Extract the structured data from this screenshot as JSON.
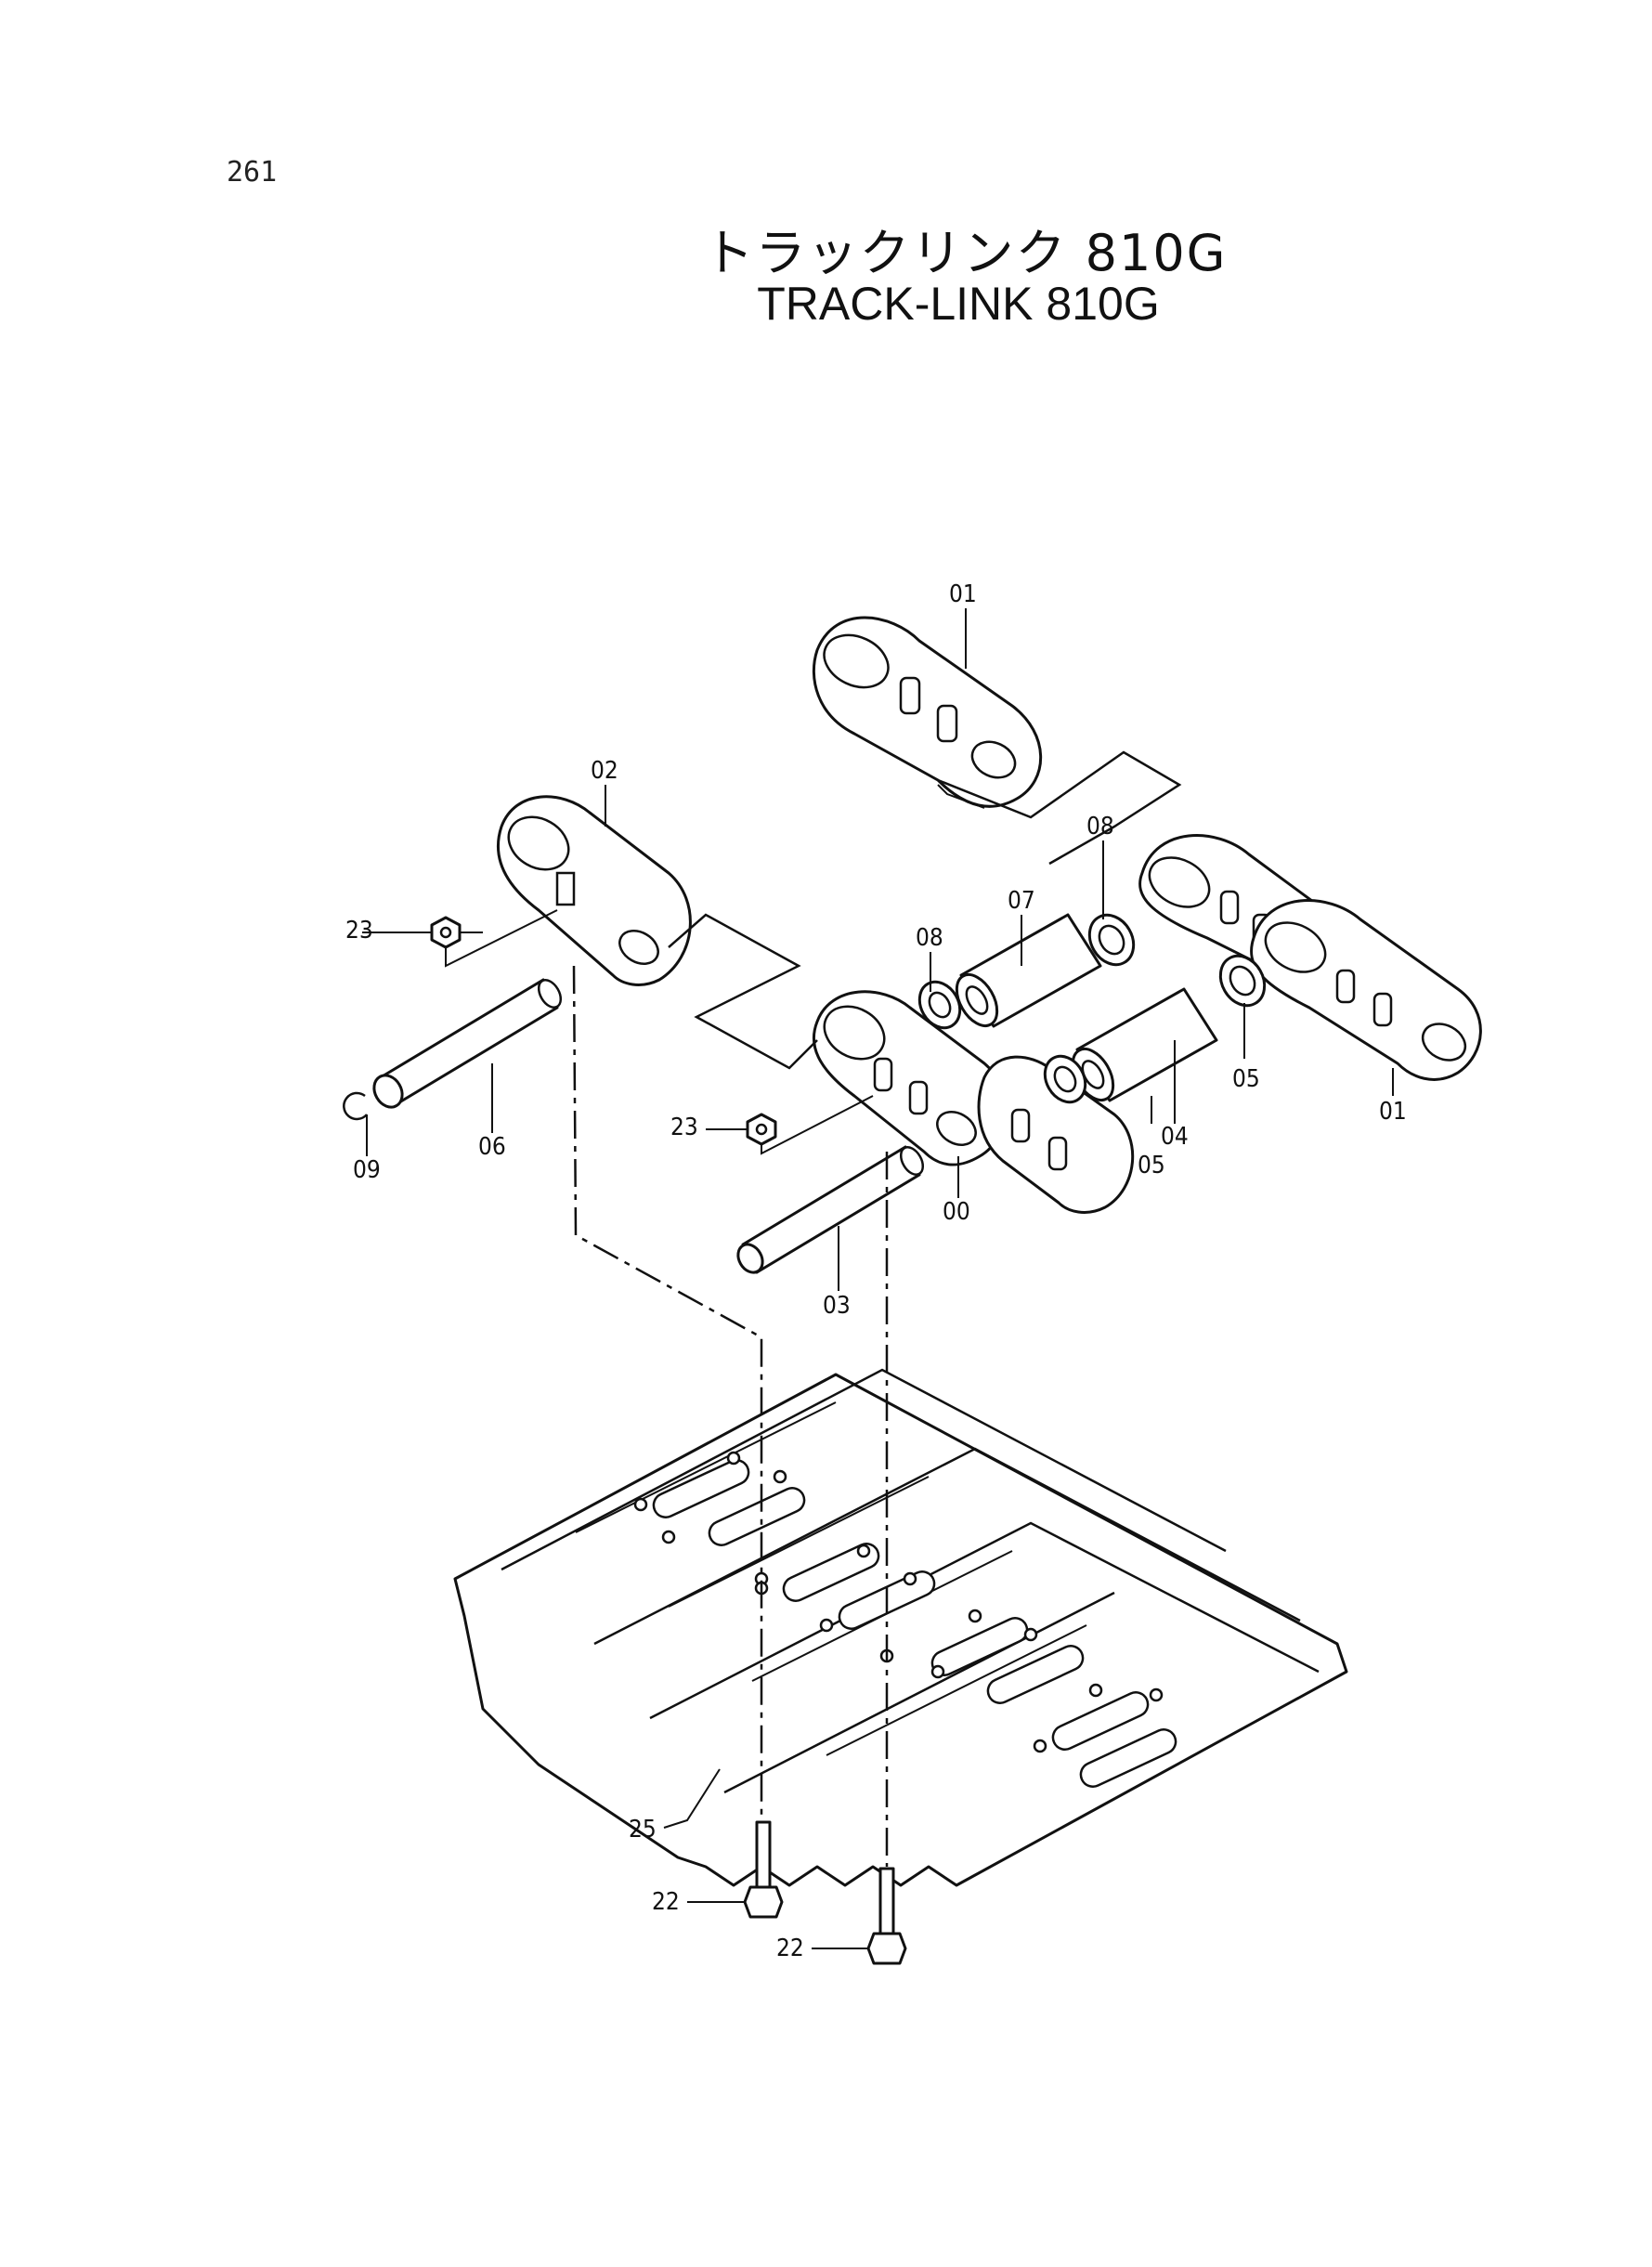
{
  "page": {
    "number": "261"
  },
  "title": {
    "japanese": "トラックリンク 810G",
    "english": "TRACK-LINK 810G"
  },
  "callouts": {
    "c00": "00",
    "c01_top": "01",
    "c01_right": "01",
    "c02": "02",
    "c03": "03",
    "c04": "04",
    "c05_right": "05",
    "c05_mid": "05",
    "c06": "06",
    "c07": "07",
    "c08_top": "08",
    "c08_mid": "08",
    "c09": "09",
    "c22_left": "22",
    "c22_right": "22",
    "c23_left": "23",
    "c23_mid": "23",
    "c25": "25"
  }
}
